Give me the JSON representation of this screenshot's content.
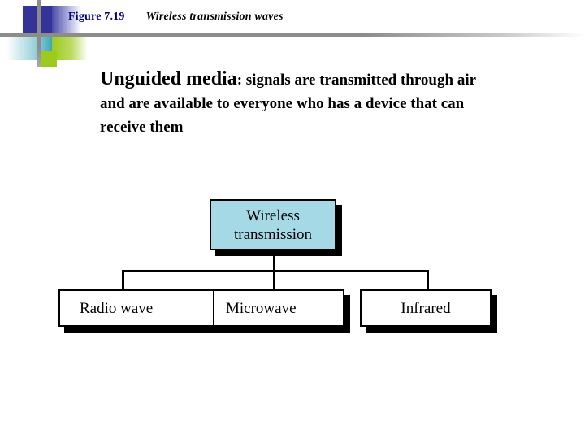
{
  "header": {
    "figure_number": "Figure 7.19",
    "caption": "Wireless transmission waves",
    "figure_number_color": "#000080",
    "rule_color": "#8c8c8c",
    "decoration": {
      "navy_color": "#333399",
      "teal_color": "#3fa7b8",
      "green_color": "#9ccb1e"
    }
  },
  "body": {
    "lead_term": "Unguided media",
    "rest": ": signals are transmitted through air and are available to everyone who has a device that can receive them"
  },
  "diagram": {
    "type": "tree",
    "root": {
      "label": "Wireless transmission",
      "fill_color": "#a5d9e5",
      "border_color": "#000000"
    },
    "children": [
      {
        "label": "Radio wave",
        "fill_color": "#ffffff",
        "border_color": "#000000"
      },
      {
        "label": "Microwave",
        "fill_color": "#ffffff",
        "border_color": "#000000"
      },
      {
        "label": "Infrared",
        "fill_color": "#ffffff",
        "border_color": "#000000"
      }
    ],
    "connector_color": "#000000",
    "shadow_color": "#000000"
  }
}
